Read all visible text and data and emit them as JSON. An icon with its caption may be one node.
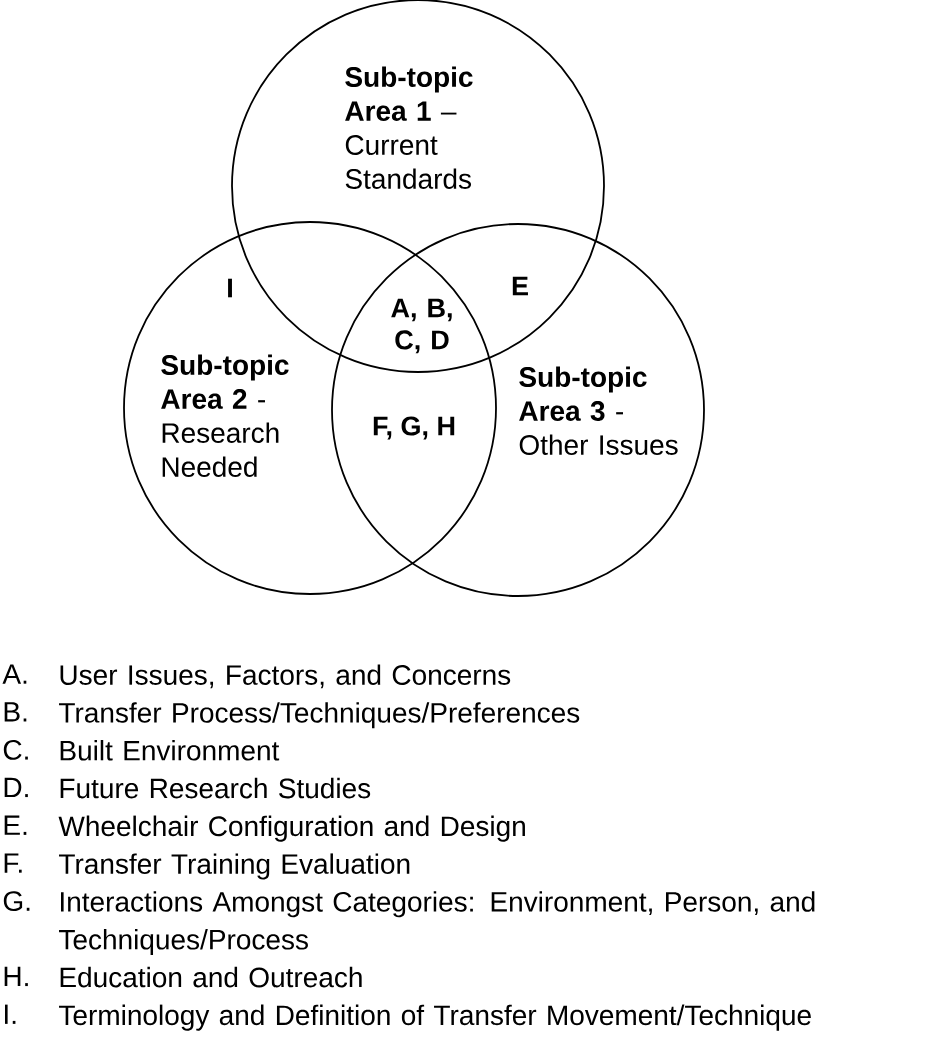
{
  "diagram": {
    "nodes": [
      {
        "text": [
          "**Sub-topic Area 1** – Current Standards"
        ]
      },
      {
        "text": [
          "**Sub-topic Area 2** - Research Needed"
        ]
      },
      {
        "text": [
          "**Sub-topic Area 3** - Other Issues"
        ]
      }
    ],
    "labels": [
      "I",
      "E",
      "A, B, C, D",
      "F, G, H",
      "A.",
      "User Issues, Factors, and Concerns",
      "B.",
      "Transfer Process/Techniques/Preferences",
      "C.",
      "Built Environment",
      "D.",
      "Future Research Studies",
      "E.",
      "Wheelchair Configuration and Design",
      "F.",
      "Transfer Training Evaluation",
      "G.",
      "Interactions Amongst Categories: Environment, Person, and Techniques/Process",
      "H.",
      "Education and Outreach",
      "I.",
      "Terminology and Definition of Transfer Movement/Technique"
    ]
  }
}
